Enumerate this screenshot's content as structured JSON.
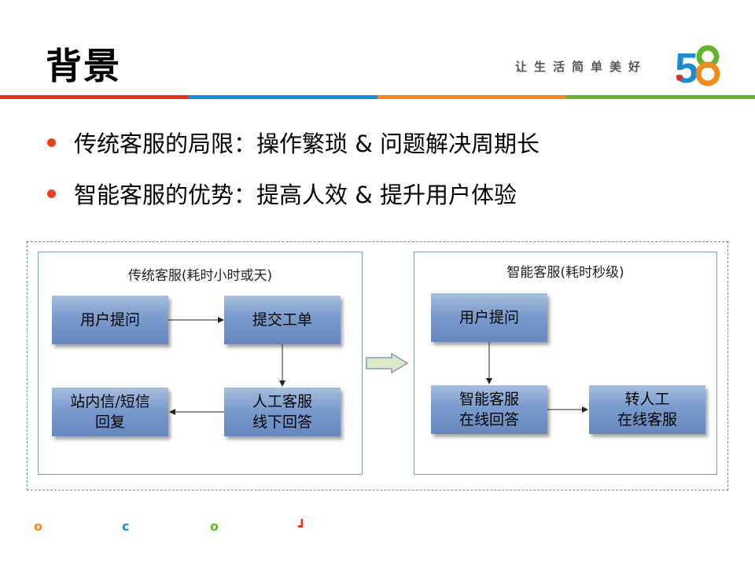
{
  "header": {
    "title": "背景",
    "slogan": "让生活简单美好",
    "logo_text": "58"
  },
  "colors": {
    "stripe": [
      "#e2301f",
      "#1d8ad2",
      "#f08a1c",
      "#63b530"
    ],
    "bullet": "#e8411f",
    "logo_five": "#1d8ad2",
    "logo_eight_top": "#63b530",
    "logo_eight_bottom": "#f08a1c",
    "logo_dot": "#e2301f"
  },
  "bullets": [
    "传统客服的局限：操作繁琐 & 问题解决周期长",
    "智能客服的优势：提高人效 & 提升用户体验"
  ],
  "diagram": {
    "left_panel": {
      "title": "传统客服(耗时小时或天)",
      "boxes": {
        "ask": [
          "用户提问"
        ],
        "ticket": [
          "提交工单"
        ],
        "manual": [
          "人工客服",
          "线下回答"
        ],
        "reply": [
          "站内信/短信",
          "回复"
        ]
      }
    },
    "right_panel": {
      "title": "智能客服(耗时秒级)",
      "boxes": {
        "ask": [
          "用户提问"
        ],
        "smart": [
          "智能客服",
          "在线回答"
        ],
        "transfer": [
          "转人工",
          "在线客服"
        ]
      }
    }
  },
  "footer_icons": [
    {
      "name": "orange-circle-icon",
      "glyph": "o",
      "color": "#f08a1c"
    },
    {
      "name": "blue-c-icon",
      "glyph": "c",
      "color": "#1d8ad2"
    },
    {
      "name": "green-circle-icon",
      "glyph": "o",
      "color": "#63b530"
    },
    {
      "name": "red-corner-icon",
      "glyph": "┛",
      "color": "#e2301f"
    }
  ]
}
